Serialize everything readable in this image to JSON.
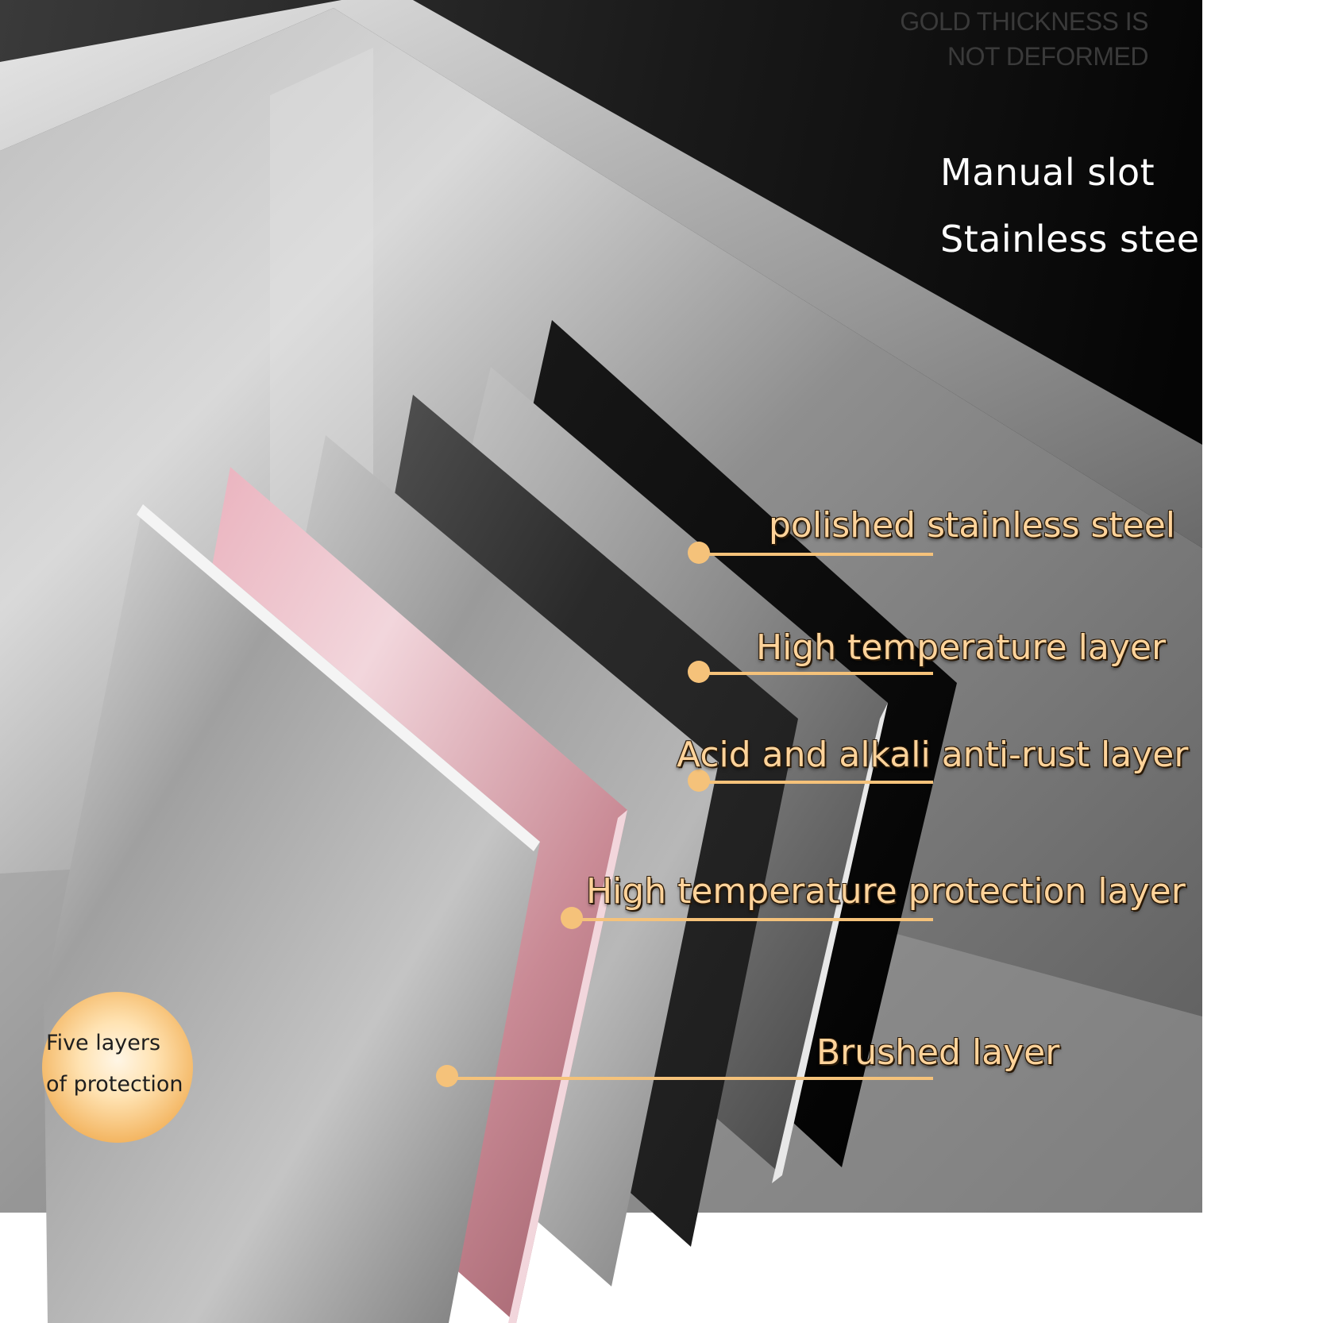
{
  "watermark": {
    "line1": "GOLD THICKNESS IS",
    "line2": "NOT DEFORMED"
  },
  "headline": {
    "line1": "Manual slot",
    "line2": "Stainless steel"
  },
  "layers": [
    {
      "label": "polished stainless steel"
    },
    {
      "label": "High temperature layer"
    },
    {
      "label": "Acid and alkali anti-rust layer"
    },
    {
      "label": "High temperature protection layer"
    },
    {
      "label": "Brushed layer"
    }
  ],
  "badge": {
    "line1": "Five layers",
    "line2": "of protection"
  },
  "colors": {
    "accent": "#f5c27a",
    "label_text": "#ffd39a",
    "pink_layer": "#c98a95",
    "dark_bg": "#0b0b0b"
  }
}
